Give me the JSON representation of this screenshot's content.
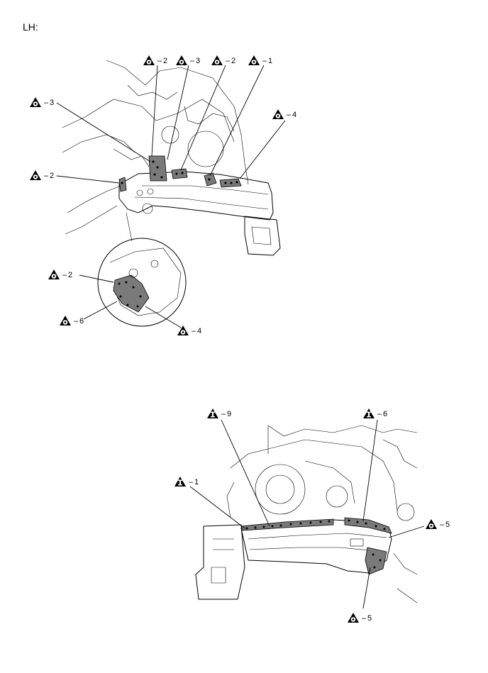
{
  "page": {
    "title": "LH:"
  },
  "upper_view": {
    "callouts": [
      {
        "symbol": "triangle-circle-icon",
        "text": "2"
      },
      {
        "symbol": "triangle-circle-icon",
        "text": "3"
      },
      {
        "symbol": "triangle-circle-icon",
        "text": "2"
      },
      {
        "symbol": "triangle-circle-icon",
        "text": "1"
      },
      {
        "symbol": "triangle-circle-icon",
        "text": "3"
      },
      {
        "symbol": "triangle-circle-icon",
        "text": "4"
      },
      {
        "symbol": "triangle-circle-icon",
        "text": "2"
      }
    ],
    "detail_callouts": [
      {
        "symbol": "triangle-circle-icon",
        "text": "2"
      },
      {
        "symbol": "triangle-circle-icon",
        "text": "6"
      },
      {
        "symbol": "triangle-circle-icon",
        "text": "4"
      }
    ]
  },
  "lower_view": {
    "callouts": [
      {
        "symbol": "triangle-i-icon",
        "text": "9"
      },
      {
        "symbol": "triangle-i-icon",
        "text": "6"
      },
      {
        "symbol": "triangle-i-icon",
        "text": "1"
      },
      {
        "symbol": "triangle-circle-icon",
        "text": "5"
      },
      {
        "symbol": "triangle-circle-icon",
        "text": "5"
      }
    ]
  }
}
